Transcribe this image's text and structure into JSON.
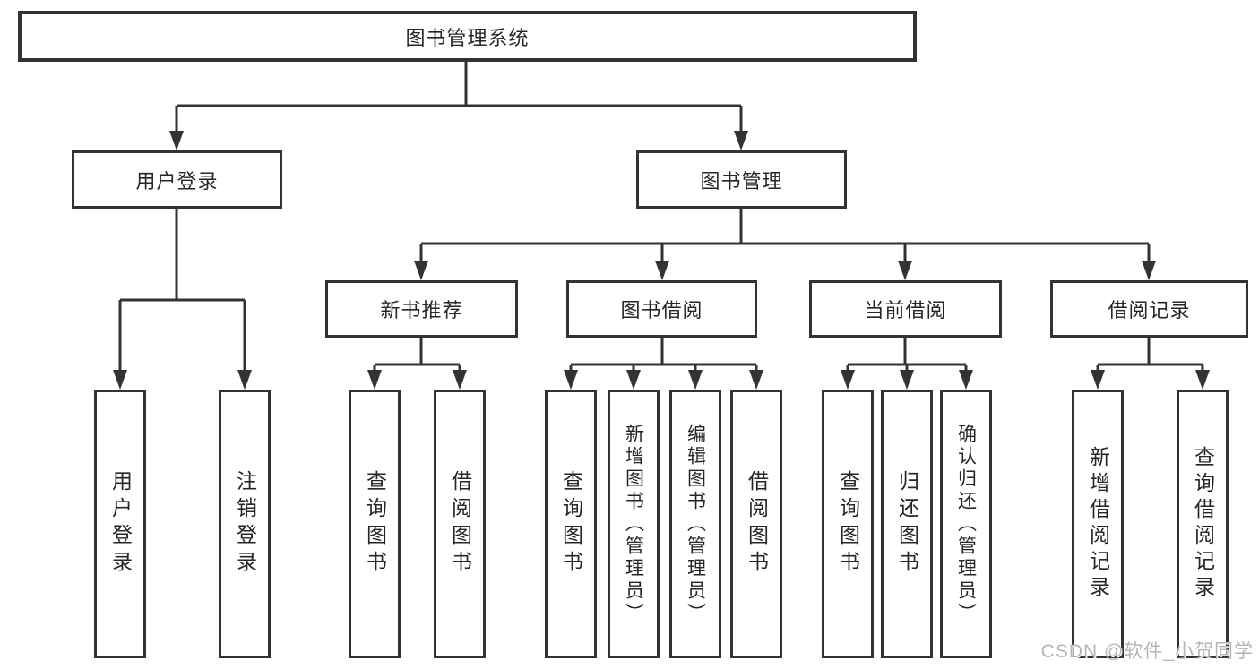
{
  "diagram": {
    "title": "图书管理系统",
    "level2": {
      "user_login": "用户登录",
      "book_management": "图书管理"
    },
    "level3": {
      "new_book_recommend": "新书推荐",
      "book_borrowing": "图书借阅",
      "current_borrowing": "当前借阅",
      "borrowing_records": "借阅记录"
    },
    "leaves": {
      "user_login": "用户登录",
      "logout": "注销登录",
      "query_books_recommend": "查询图书",
      "borrow_books_recommend": "借阅图书",
      "query_books_borrowing": "查询图书",
      "add_books_admin": "新增图书（管理员）",
      "edit_books_admin": "编辑图书（管理员）",
      "borrow_books_borrowing": "借阅图书",
      "query_books_current": "查询图书",
      "return_books": "归还图书",
      "confirm_return_admin": "确认归还（管理员）",
      "add_borrow_record": "新增借阅记录",
      "query_borrow_record": "查询借阅记录"
    }
  },
  "watermark": "CSDN @软件_小贺同学",
  "colors": {
    "line": "#333333",
    "text": "#262626",
    "watermark": "#b5b5b5"
  }
}
